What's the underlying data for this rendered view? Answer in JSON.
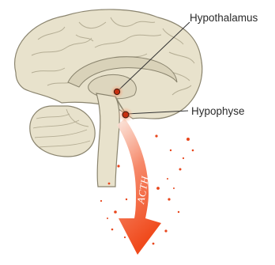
{
  "labels": {
    "hypothalamus": "Hypothalamus",
    "hypophyse": "Hypophyse",
    "hormone": "ACTH"
  },
  "colors": {
    "brain_fill": "#e8e2cc",
    "brain_stroke": "#8a846e",
    "inner_fill": "#d9d2b9",
    "marker": "#e0431c",
    "arrow_start": "#fbe3d8",
    "arrow_end": "#f04a1c",
    "leader_line": "#333333"
  },
  "icons": {
    "hypothalamus_marker": "hypothalamus-marker-icon",
    "hypophyse_marker": "hypophyse-marker-icon",
    "arrow": "acth-arrow-icon"
  }
}
